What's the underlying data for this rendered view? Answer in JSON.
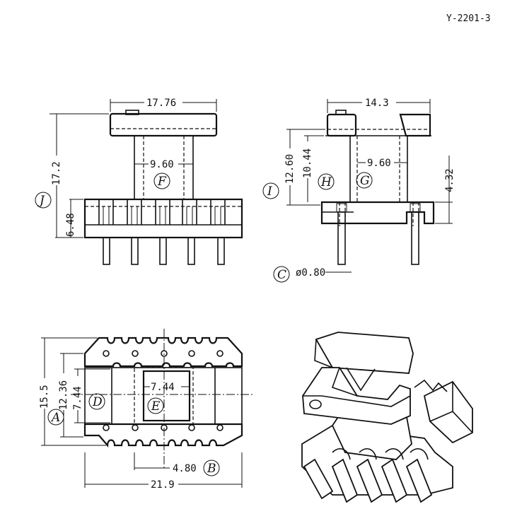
{
  "part_number": "Y-2201-3",
  "front_view": {
    "width_top": "17.76",
    "height_total": "17.2",
    "inner_width": "9.60",
    "base_height": "6.48",
    "label_inner": "F",
    "label_total": "J"
  },
  "side_view": {
    "width_top": "14.3",
    "height_outer": "12.60",
    "height_inner": "10.44",
    "inner_width": "9.60",
    "base_height": "4.32",
    "pin_diameter": "ø0.80",
    "label_outer": "I",
    "label_inner": "H",
    "label_width": "G",
    "label_pin": "C"
  },
  "bottom_view": {
    "width_total": "21.9",
    "height_total": "15.5",
    "height_inner": "12.36",
    "core_height": "7.44",
    "core_width": "7.44",
    "pin_pitch": "4.80",
    "label_total": "A",
    "label_core_h": "D",
    "label_core_w": "E",
    "label_pitch": "B"
  }
}
